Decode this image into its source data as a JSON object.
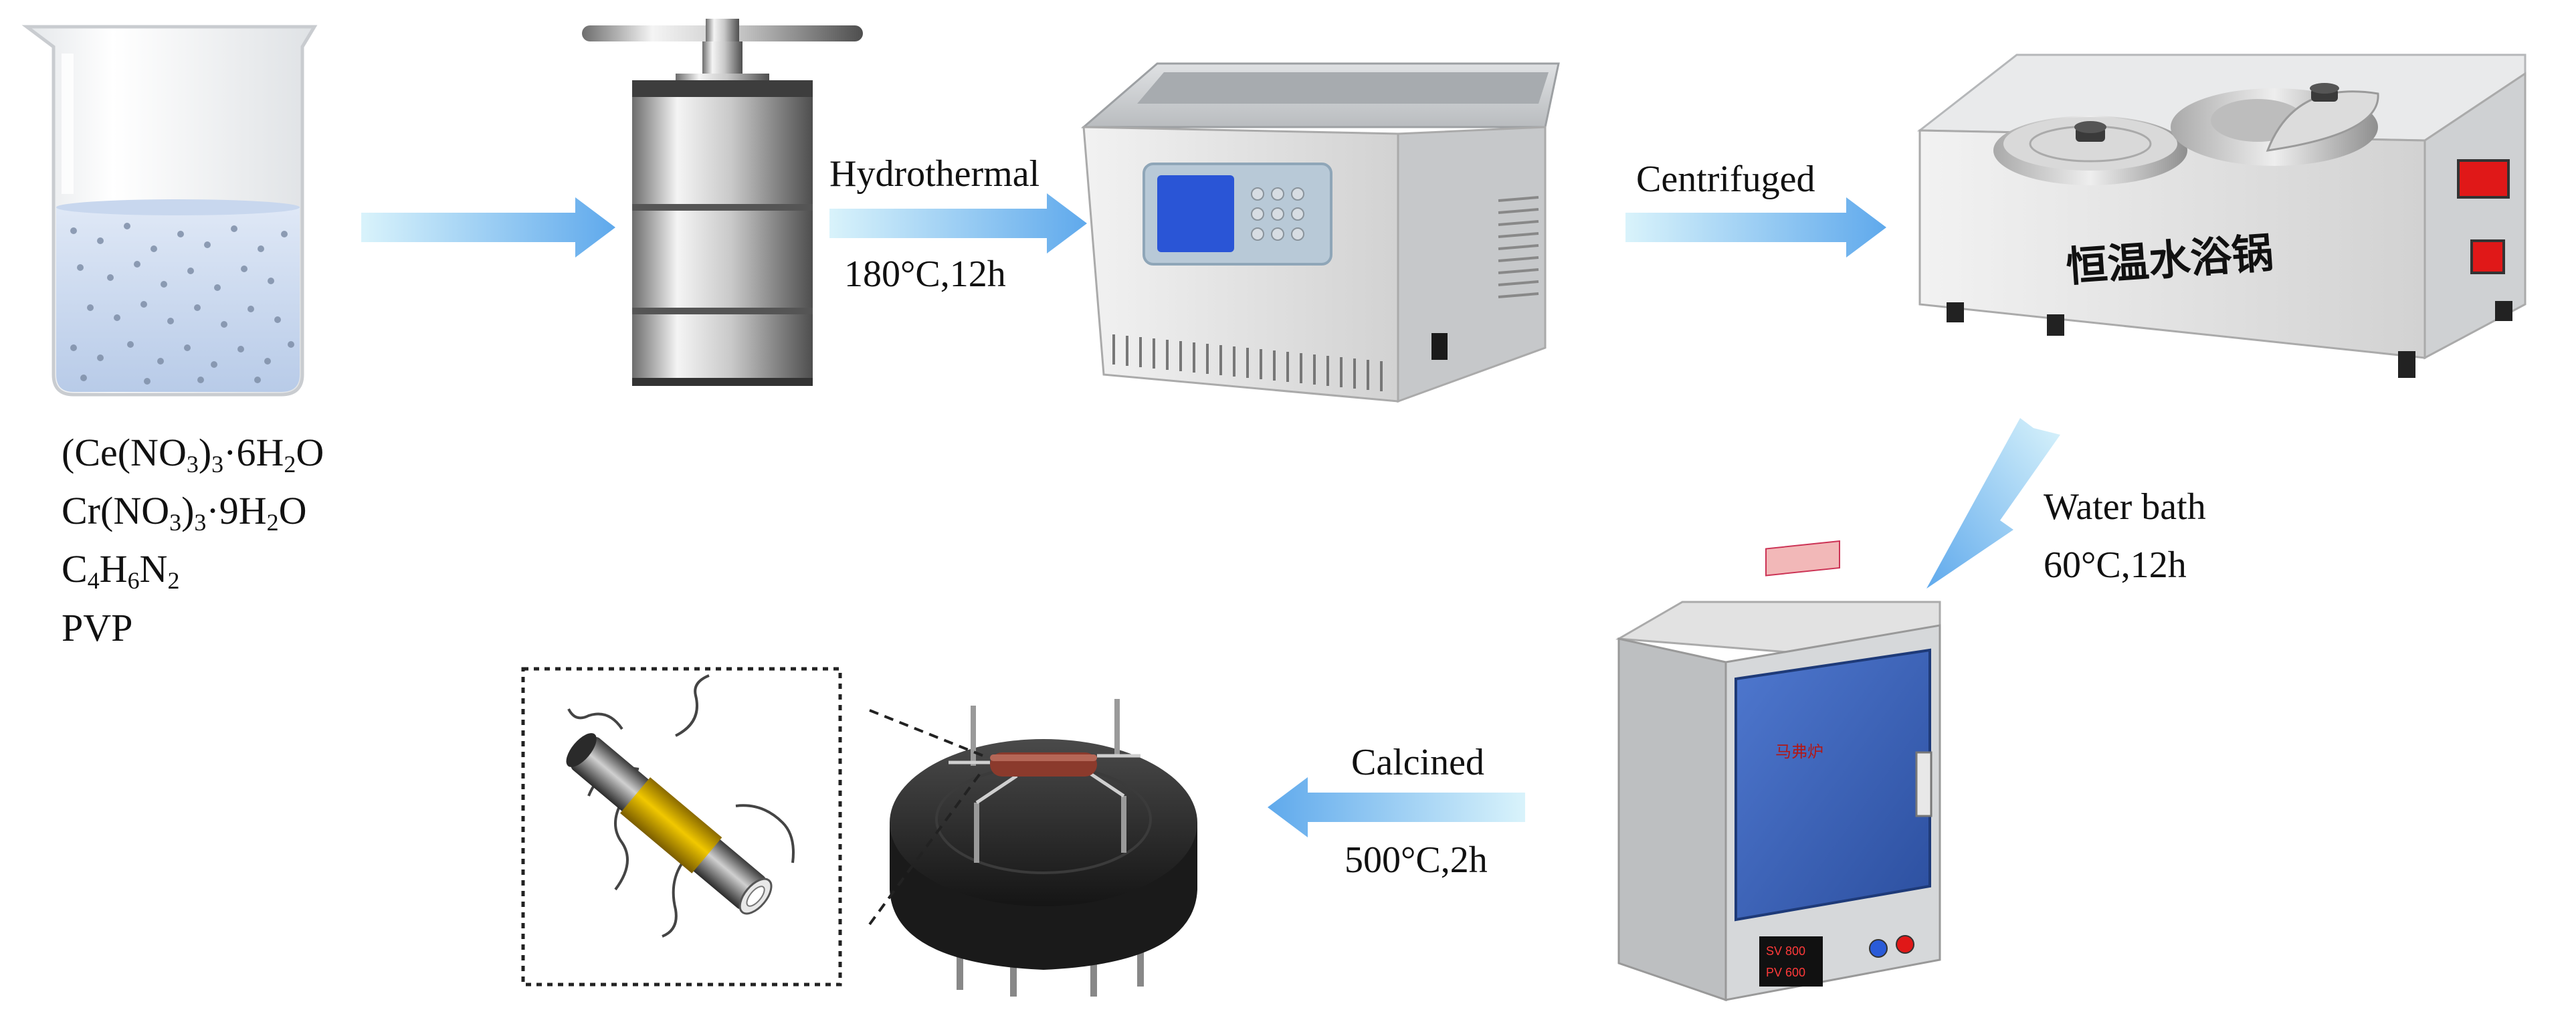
{
  "reagents": {
    "line1": {
      "a": "(Ce(NO",
      "b": "3",
      "c": ")",
      "d": "3",
      "e": "·6H",
      "f": "2",
      "g": "O"
    },
    "line2": {
      "a": "Cr(NO",
      "b": "3",
      "c": ")",
      "d": "3",
      "e": "·9H",
      "f": "2",
      "g": "O"
    },
    "line3": {
      "a": "C",
      "b": "4",
      "c": "H",
      "d": "6",
      "e": "N",
      "f": "2"
    },
    "line4": "PVP"
  },
  "steps": {
    "hydrothermal": {
      "label": "Hydrothermal",
      "condition": "180°C,12h"
    },
    "centrifuged": {
      "label": "Centrifuged"
    },
    "water_bath": {
      "label": "Water bath",
      "condition": "60°C,12h"
    },
    "calcined": {
      "label": "Calcined",
      "condition": "500°C,2h"
    }
  },
  "equipment": {
    "water_bath_device_text": "恒温水浴锅",
    "furnace_label": "马弗炉",
    "furnace_display": {
      "sv": "SV  800",
      "pv": "PV  600"
    }
  },
  "colors": {
    "arrow_light": "#cfeffa",
    "arrow_dark": "#6fb6ee",
    "furnace_door": "#3a62b8",
    "screen": "#2a55d6",
    "indicator_red": "#e01818",
    "sensor_coil": "#e2b400"
  },
  "icons": {
    "beaker": "beaker-icon",
    "autoclave": "autoclave-icon",
    "centrifuge": "centrifuge-icon",
    "water_bath": "water-bath-icon",
    "furnace": "muffle-furnace-icon",
    "sensor_base": "sensor-base-icon",
    "sensor_tube": "sensor-tube-icon"
  }
}
